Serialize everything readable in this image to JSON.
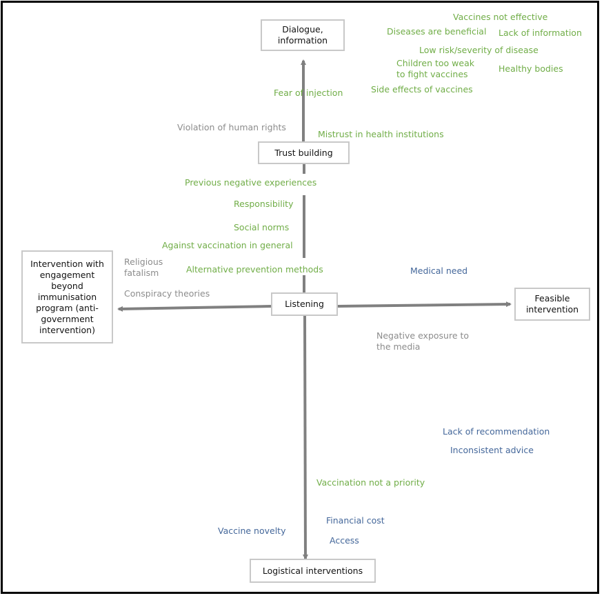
{
  "diagram": {
    "nodes": {
      "top": "Dialogue, information",
      "top_line1": "Dialogue,",
      "top_line2": "information",
      "trust": "Trust building",
      "center": "Listening",
      "left_lines": [
        "Intervention with",
        "engagement",
        "beyond",
        "immunisation",
        "program (anti-",
        "government",
        "intervention)"
      ],
      "right_line1": "Feasible",
      "right_line2": "intervention",
      "bottom": "Logistical interventions"
    },
    "legend_colors": {
      "green": "#70ad47",
      "blue": "#44679a",
      "gray": "#8c8c8c",
      "arrow": "#808080"
    },
    "factors": {
      "vaccines_not_effective": "Vaccines not effective",
      "diseases_beneficial": "Diseases are beneficial",
      "lack_of_information": "Lack of information",
      "low_risk": "Low risk/severity of disease",
      "children_weak_1": "Children too weak",
      "children_weak_2": "to fight vaccines",
      "healthy_bodies": "Healthy bodies",
      "side_effects": "Side effects of vaccines",
      "fear_of_injection": "Fear of injection",
      "violation_rights": "Violation of human rights",
      "mistrust": "Mistrust in health institutions",
      "previous_negative": "Previous negative experiences",
      "responsibility": "Responsibility",
      "social_norms": "Social norms",
      "against_vaccination": "Against vaccination in general",
      "religious_1": "Religious",
      "religious_2": "fatalism",
      "alternative_prevention": "Alternative prevention methods",
      "conspiracy": "Conspiracy theories",
      "medical_need": "Medical need",
      "negative_media_1": "Negative exposure to",
      "negative_media_2": "the media",
      "lack_recommendation": "Lack of recommendation",
      "inconsistent_advice": "Inconsistent advice",
      "not_priority": "Vaccination not a priority",
      "financial_cost": "Financial cost",
      "vaccine_novelty": "Vaccine novelty",
      "access": "Access"
    }
  }
}
